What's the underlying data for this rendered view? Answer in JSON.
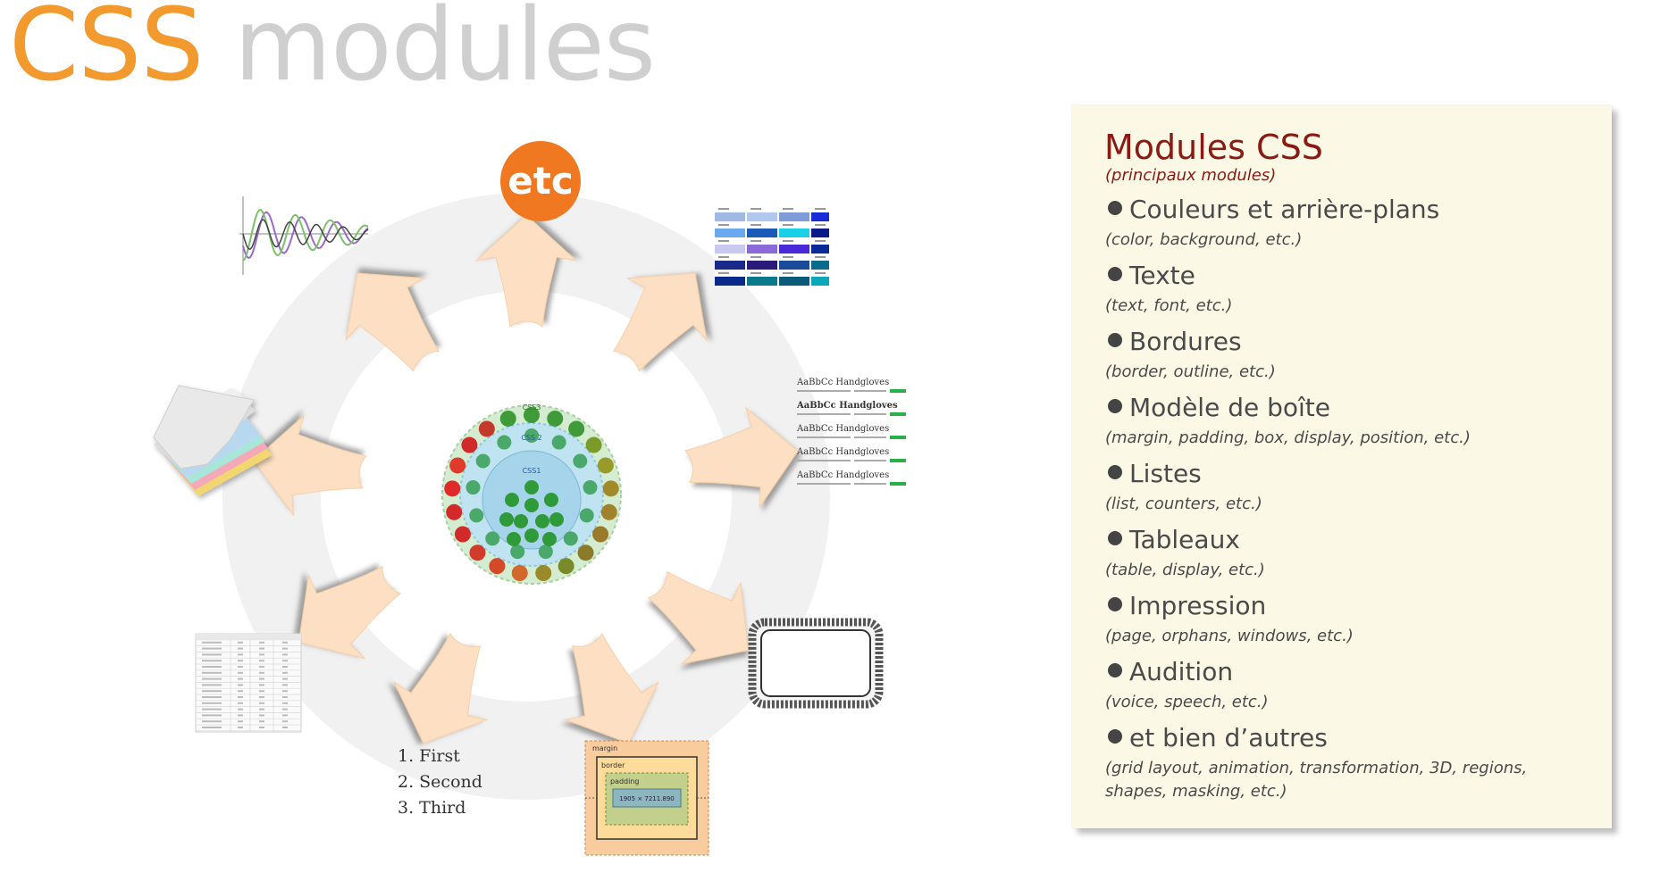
{
  "title": {
    "part1": "CSS",
    "part2": "modules"
  },
  "diagram": {
    "center_label": "etc",
    "list_example": [
      "1.  First",
      "2.  Second",
      "3.  Third"
    ],
    "typography_samples": [
      "AaBbCc Handgloves",
      "AaBbCc Handgloves",
      "AaBbCc Handgloves",
      "AaBbCc Handgloves",
      "AaBbCc Handgloves"
    ],
    "box_model": {
      "margin": "margin",
      "border": "border",
      "padding": "padding",
      "content": "1905 × 7211.890"
    },
    "colors": {
      "orange": "#f07820",
      "arrow": "#fde0c3",
      "ring": "#f1f1f1"
    }
  },
  "panel": {
    "title": "Modules CSS",
    "subtitle": "(principaux modules)",
    "items": [
      {
        "label": "Couleurs et arrière-plans",
        "desc": "(color, background, etc.)"
      },
      {
        "label": "Texte",
        "desc": "(text, font, etc.)"
      },
      {
        "label": "Bordures",
        "desc": "(border, outline, etc.)"
      },
      {
        "label": "Modèle de boîte",
        "desc": "(margin, padding, box, display, position, etc.)"
      },
      {
        "label": "Listes",
        "desc": "(list, counters, etc.)"
      },
      {
        "label": "Tableaux",
        "desc": "(table, display, etc.)"
      },
      {
        "label": "Impression",
        "desc": "(page, orphans, windows, etc.)"
      },
      {
        "label": "Audition",
        "desc": "(voice, speech, etc.)"
      },
      {
        "label": "et bien d’autres",
        "desc": "(grid layout, animation, transformation, 3D, regions, shapes, masking, etc.)"
      }
    ]
  }
}
